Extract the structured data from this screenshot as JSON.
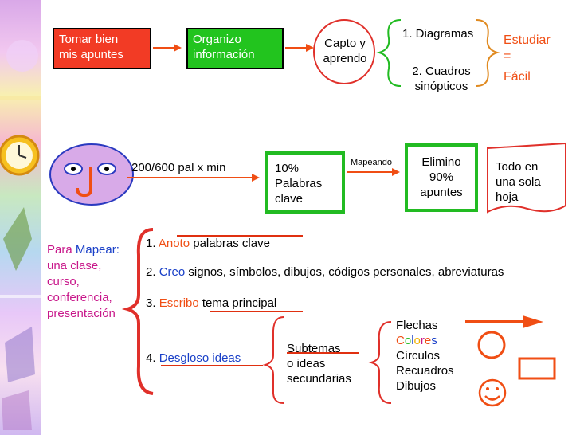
{
  "flow_top": {
    "box1": [
      "Tomar bien",
      "mis apuntes"
    ],
    "box2": [
      "Organizo",
      "información"
    ],
    "oval": [
      "Capto y",
      "aprendo"
    ],
    "option1": "1. Diagramas",
    "option2": [
      "2. Cuadros",
      "sinópticos"
    ],
    "result": [
      "Estudiar",
      "=",
      "Fácil"
    ]
  },
  "flow_middle": {
    "speed": "200/600 pal x min",
    "keywords": [
      "10%",
      "Palabras",
      "clave"
    ],
    "arrow_label": "Mapeando",
    "eliminate": [
      "Elimino",
      "90%",
      "apuntes"
    ],
    "page": [
      "Todo en",
      "una sola",
      "hoja"
    ]
  },
  "mapping": {
    "intro": [
      "Para",
      "Mapear:",
      "una clase,",
      "curso,",
      "conferencia,",
      "presentación"
    ],
    "step1": {
      "num": "1.",
      "verb": "Anoto",
      "rest": " palabras clave"
    },
    "step2": {
      "num": "2.",
      "verb": "Creo",
      "rest": " signos, símbolos, dibujos, códigos personales, abreviaturas"
    },
    "step3": {
      "num": "3.",
      "verb": "Escribo",
      "rest": "tema principal"
    },
    "step4": {
      "num": "4.",
      "verb": "Desgloso ideas"
    },
    "subtopics": [
      "Subtemas",
      "o ideas",
      "secundarias"
    ],
    "tools": [
      "Flechas",
      "Colores",
      "Círculos",
      "Recuadros",
      "Dibujos"
    ],
    "colores_letters": [
      "C",
      "o",
      "l",
      "o",
      "r",
      "e",
      "s"
    ],
    "colores_colors": [
      "#f04e14",
      "#22bb22",
      "#1a40c8",
      "#f0b000",
      "#c8178a",
      "#f04e14",
      "#1a40c8"
    ]
  },
  "colors": {
    "red": "#f23b25",
    "green": "#22c41e",
    "orange": "#f04e14",
    "magenta": "#c8178a",
    "blue": "#1a40c8"
  }
}
